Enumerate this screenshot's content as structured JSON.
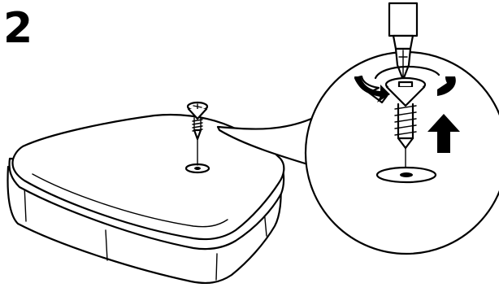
{
  "step": {
    "number": "2"
  },
  "icons": {
    "box": "lidded-box",
    "screw": "screw",
    "screwdriver": "phillips-screwdriver",
    "rotate_arrow": "clockwise-rotation-arrow",
    "up_arrow": "upward-arrow",
    "magnifier": "detail-callout-circle"
  },
  "colors": {
    "ink": "#000000",
    "paper": "#ffffff"
  }
}
